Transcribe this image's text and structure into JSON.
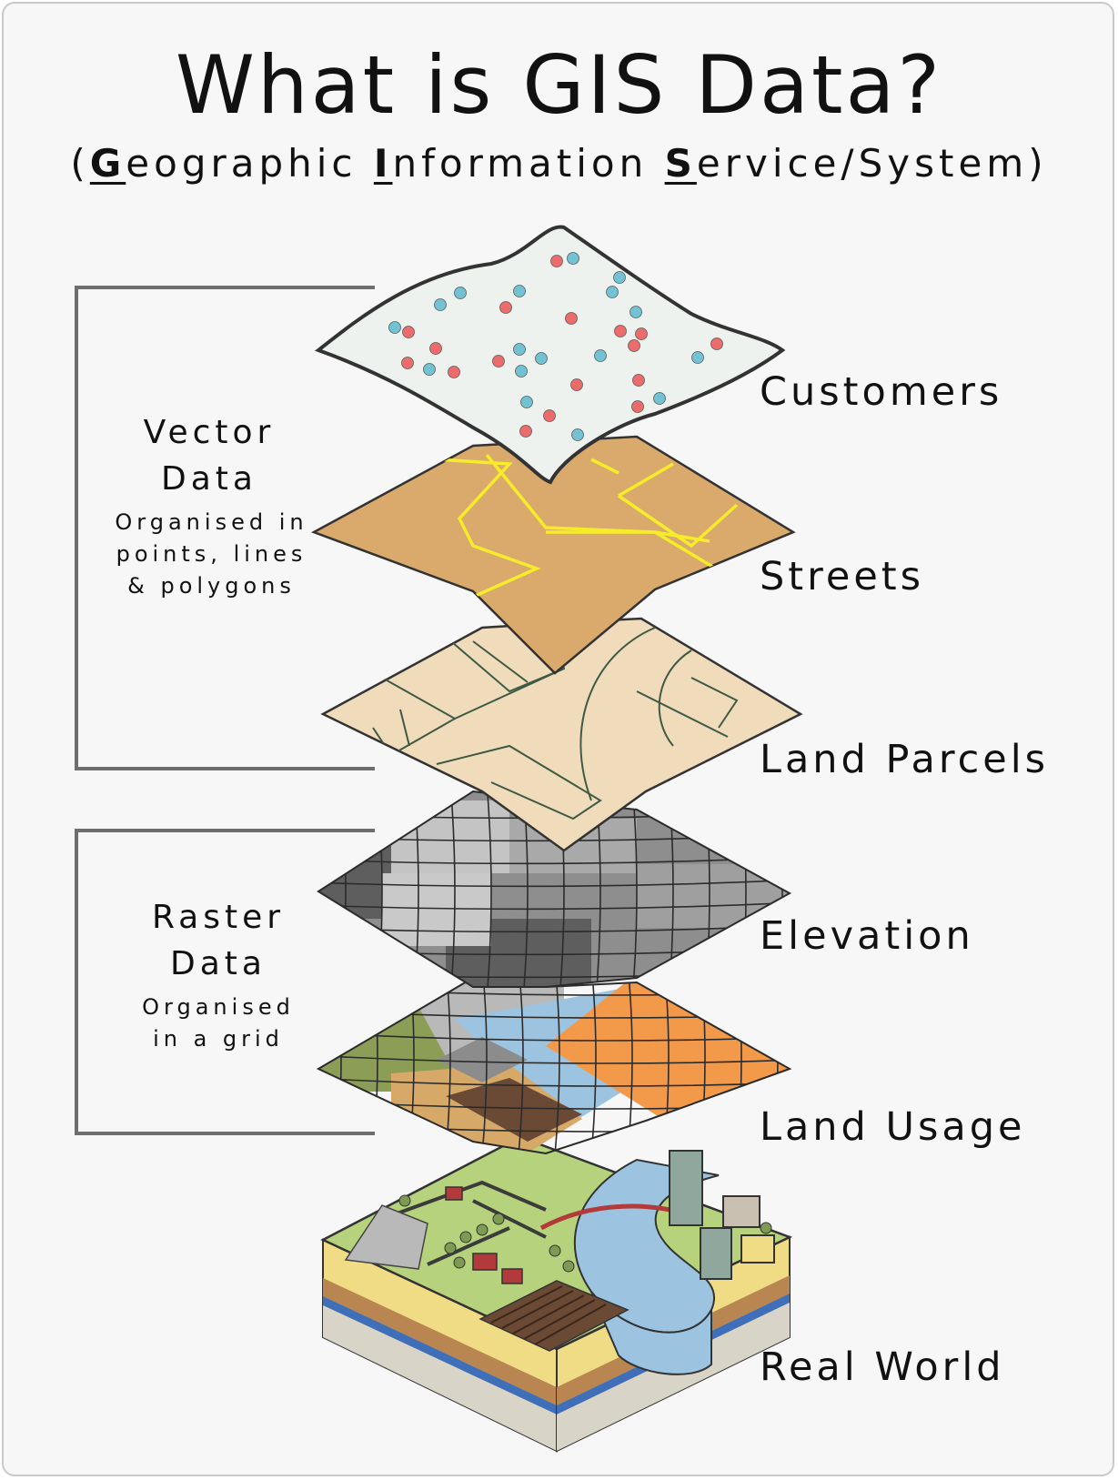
{
  "title": "What is GIS Data?",
  "subtitle": {
    "open": "(",
    "parts": [
      {
        "letter": "G",
        "rest": "eographic "
      },
      {
        "letter": "I",
        "rest": "nformation "
      },
      {
        "letter": "S",
        "rest": "ervice/System"
      }
    ],
    "close": ")"
  },
  "layers": [
    {
      "label": "Customers"
    },
    {
      "label": "Streets"
    },
    {
      "label": "Land Parcels"
    },
    {
      "label": "Elevation"
    },
    {
      "label": "Land Usage"
    },
    {
      "label": "Real World"
    }
  ],
  "groups": {
    "vector": {
      "title_line1": "Vector",
      "title_line2": "Data",
      "desc_line1": "Organised in",
      "desc_line2": "points, lines",
      "desc_line3": "& polygons"
    },
    "raster": {
      "title_line1": "Raster",
      "title_line2": "Data",
      "desc_line1": "Organised",
      "desc_line2": "in a grid"
    }
  },
  "colors": {
    "customer_point_red": "#ec6c6c",
    "customer_point_blue": "#72c2d4",
    "streets_fill": "#d9aa6c",
    "street_line": "#f7ec2a",
    "parcels_fill": "#f0dcba",
    "parcel_line": "#3e5a45",
    "water": "#9cc4e0",
    "grass": "#b7d27c",
    "orange": "#f39a4a"
  }
}
